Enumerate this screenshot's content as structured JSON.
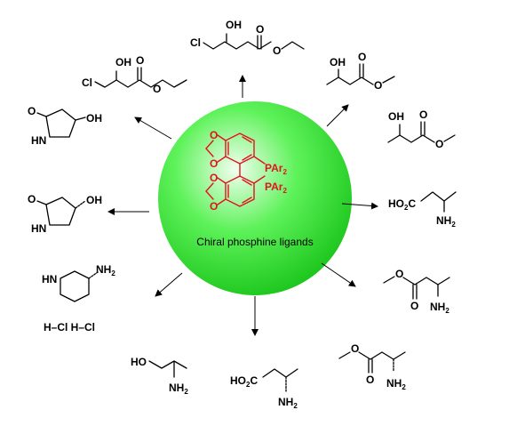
{
  "colors": {
    "sphere_light": "#f2fff0",
    "sphere_mid": "#5ef25a",
    "sphere_dark": "#19c419",
    "ligand": "#e0141e"
  },
  "center": {
    "caption": "Chiral phosphine ligands",
    "ligand_P": "PAr",
    "ligand_P_sub": "2",
    "ring_O": "O"
  },
  "molecules": {
    "top_ester": {
      "cl": "Cl",
      "oh": "OH",
      "o_carbonyl": "O",
      "o_ester": "O"
    },
    "top_left_ester": {
      "cl": "Cl",
      "oh": "OH",
      "o_carbonyl": "O",
      "o_ester": "O"
    },
    "lactam_a": {
      "o": "O",
      "nh": "HN",
      "oh": "OH"
    },
    "lactam_b": {
      "o": "O",
      "nh": "HN",
      "oh": "OH"
    },
    "piperidine": {
      "nh": "HN",
      "nh2": "NH",
      "nh2_sub": "2",
      "salt": "H–Cl  H–Cl"
    },
    "aminobutanol": {
      "ho": "HO",
      "nh2": "NH",
      "nh2_sub": "2"
    },
    "acid_bottom": {
      "ho2c": "HO",
      "ho2c_sub": "2",
      "ho2c_c": "C",
      "nh2": "NH",
      "nh2_sub": "2"
    },
    "ester_bottom_right": {
      "o_ester": "O",
      "o_carbonyl": "O",
      "nh2": "NH",
      "nh2_sub": "2"
    },
    "ester_right": {
      "o_ester": "O",
      "o_carbonyl": "O",
      "nh2": "NH",
      "nh2_sub": "2"
    },
    "acid_right": {
      "ho2c": "HO",
      "ho2c_sub": "2",
      "ho2c_c": "C",
      "nh2": "NH",
      "nh2_sub": "2"
    },
    "hydroxy_ester_a": {
      "oh": "OH",
      "o_carbonyl": "O",
      "o_ester": "O"
    },
    "hydroxy_ester_b": {
      "oh": "OH",
      "o_carbonyl": "O",
      "o_ester": "O"
    }
  }
}
